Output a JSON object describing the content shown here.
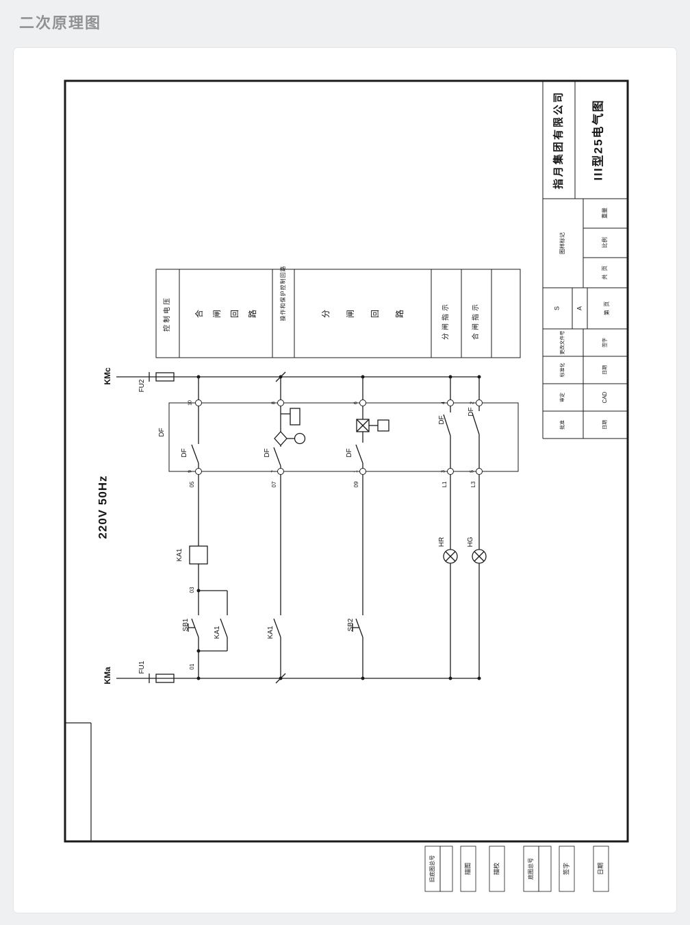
{
  "page": {
    "title": "二次原理图"
  },
  "sheet": {
    "title_block": {
      "company": "指月集团有限公司",
      "drawing_title": "III型25电气图",
      "mark_label": "图样标记",
      "weight_label": "重量",
      "scale_label": "比例",
      "total_pages": "共  页",
      "page_no": "第  页",
      "mark_s": "S",
      "mark_a": "A",
      "change_doc": "更改文件号",
      "standardize": "标准化",
      "approve_check": "审定",
      "approve": "批准",
      "sign": "签字",
      "date": "日期",
      "cad": "CAD",
      "date2": "日期"
    },
    "function_table": {
      "control_voltage": "控制电压",
      "closing_circuit": "合闸回路",
      "op_header": "操作和保护控制回路",
      "opening_circuit": "分闸回路",
      "opening_indicator": "分闸指示",
      "closing_indicator": "合闸指示"
    },
    "circuit": {
      "kmc": "KMc",
      "fu2": "FU2",
      "supply": "220V 50Hz",
      "kma": "KMa",
      "fu1": "FU1",
      "df": "DF",
      "ka1": "KA1",
      "sb1": "SB1",
      "sb2": "SB2",
      "hr": "HR",
      "hg": "HG",
      "wires": {
        "w05": "05",
        "w07": "07",
        "w09": "09",
        "l1": "L1",
        "l3": "L3",
        "w01": "01",
        "w03": "03"
      },
      "terminals_top": [
        "10",
        "8",
        "6",
        "4",
        "2"
      ],
      "terminals_bottom": [
        "9",
        "7",
        "1",
        "3",
        "5"
      ]
    },
    "margin": {
      "old_base_no": "旧底图总号",
      "trace": "描图",
      "trace_check": "描校",
      "base_no": "底图总号",
      "sign": "签字",
      "date": "日期"
    }
  }
}
